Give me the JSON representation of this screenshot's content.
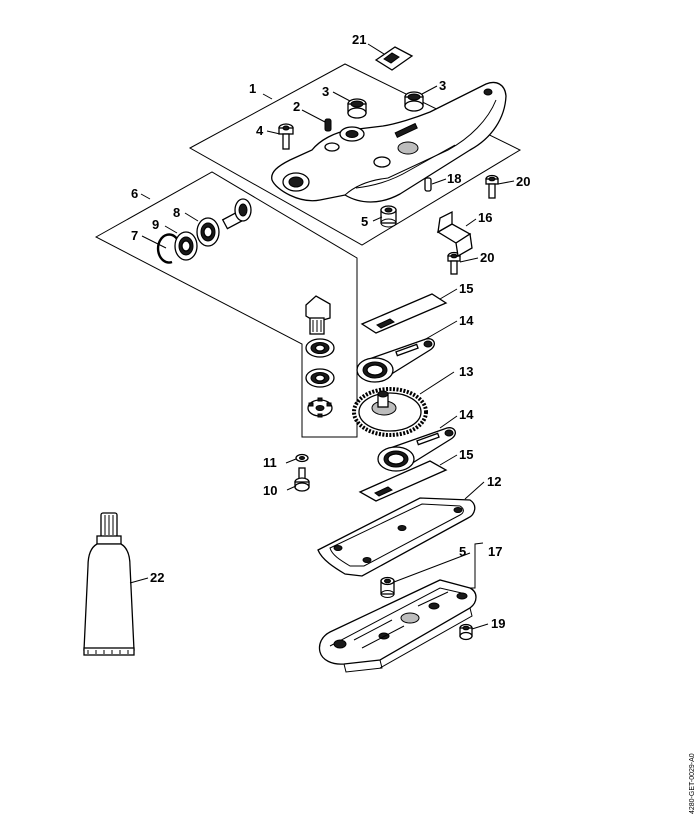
{
  "labels": {
    "l1": "1",
    "l2": "2",
    "l3a": "3",
    "l3b": "3",
    "l4": "4",
    "l5a": "5",
    "l5b": "5",
    "l6": "6",
    "l7": "7",
    "l8": "8",
    "l9": "9",
    "l10": "10",
    "l11": "11",
    "l12": "12",
    "l13": "13",
    "l14a": "14",
    "l14b": "14",
    "l15a": "15",
    "l15b": "15",
    "l16": "16",
    "l17": "17",
    "l18": "18",
    "l19": "19",
    "l20a": "20",
    "l20b": "20",
    "l21": "21",
    "l22": "22"
  },
  "drawing_code": "4280-GET-0029-A0"
}
